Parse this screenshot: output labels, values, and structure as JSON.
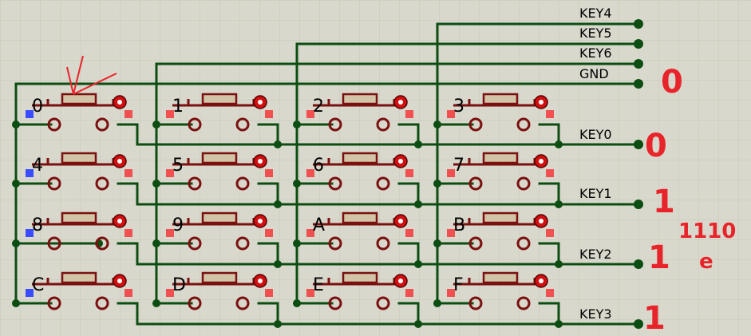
{
  "schematic": {
    "colors": {
      "background": "#d8d8cc",
      "grid": "#c6c6b8",
      "wire": "#0c4d12",
      "component": "#7a1010",
      "plunger_fill": "#d2c4a6",
      "pin_marker_red": "#f05050",
      "pin_marker_blue": "#3a4cff",
      "state_text": "#e8242b",
      "probe_icon": "#d01010"
    },
    "keys": [
      [
        "0",
        "1",
        "2",
        "3"
      ],
      [
        "4",
        "5",
        "6",
        "7"
      ],
      [
        "8",
        "9",
        "A",
        "B"
      ],
      [
        "C",
        "D",
        "E",
        "F"
      ]
    ],
    "column_nets": [
      "GND",
      "KEY6",
      "KEY5",
      "KEY4"
    ],
    "row_nets": [
      "KEY0",
      "KEY1",
      "KEY2",
      "KEY3"
    ],
    "states": {
      "gnd": "0",
      "key0": "0",
      "key1": "1",
      "key2": "1",
      "key3": "1"
    },
    "annotation": {
      "code": "1110",
      "hex": "e"
    },
    "pressed_key": "0",
    "icons": {
      "probe": "logic-probe-icon",
      "cursor": "arrow-cursor-annotation"
    }
  }
}
